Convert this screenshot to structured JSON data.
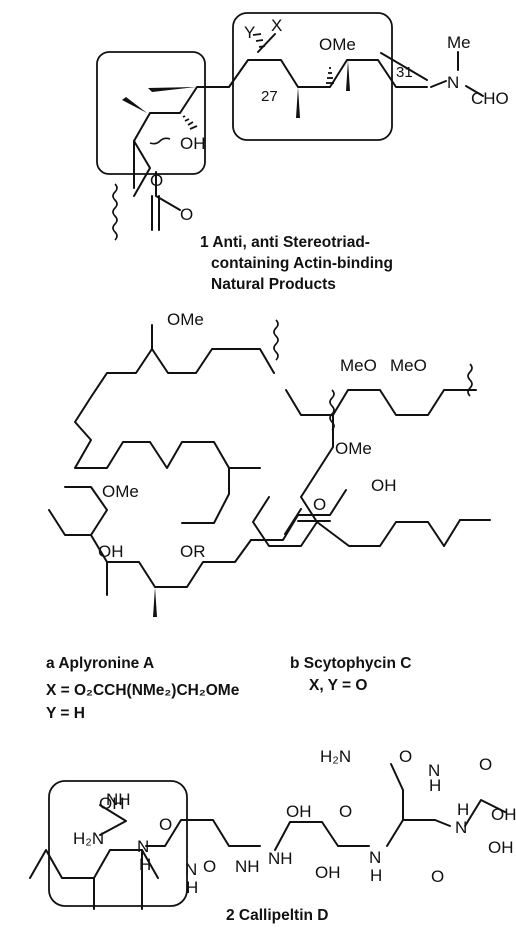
{
  "compound1": {
    "atoms": {
      "y": "Y",
      "x": "X",
      "c27": "27",
      "ome": "OMe",
      "c31": "31",
      "me": "Me",
      "n": "N",
      "cho": "CHO",
      "oh": "OH",
      "o_ester": "O",
      "o_carbonyl": "O"
    },
    "caption_lines": [
      "1 Anti, anti Stereotriad-",
      "containing Actin-binding",
      "Natural Products"
    ]
  },
  "aplyronine": {
    "atoms": {
      "ome_top": "OMe",
      "ome_mid": "OMe",
      "oh": "OH",
      "or": "OR"
    },
    "caption": "a Aplyronine A",
    "x_def": "X = O₂CCH(NMe₂)CH₂OMe",
    "y_def": "Y = H"
  },
  "scytophycin": {
    "atoms": {
      "meo1": "MeO",
      "meo2": "MeO",
      "ome": "OMe",
      "o_ring": "O",
      "oh": "OH"
    },
    "caption": "b Scytophycin C",
    "xy_def": "X, Y = O"
  },
  "callipeltin": {
    "atoms": {
      "h2n_amide": "H₂N",
      "o_amide": "O",
      "nh_imine": "NH",
      "h2n_guan": "H₂N",
      "h_guan": "H",
      "n_guan": "N",
      "oh1": "OH",
      "o1": "O",
      "oh2": "OH",
      "nh1": "NH",
      "n1": "N",
      "h1": "H",
      "o2": "O",
      "n2": "N",
      "h2": "H",
      "o_acid": "O",
      "oh_acid": "OH",
      "oh_thr": "OH",
      "o3": "O",
      "nh2": "NH",
      "oh_box": "OH",
      "o_box": "O",
      "n3": "N",
      "h3": "H",
      "h_amide": "H",
      "n_amide": "N"
    },
    "caption": "2 Callipeltin D"
  }
}
